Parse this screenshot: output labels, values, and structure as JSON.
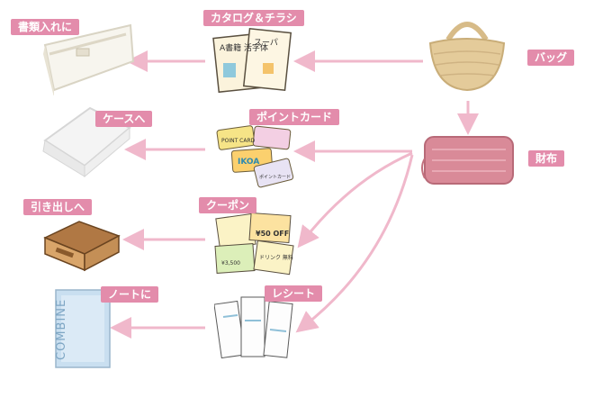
{
  "labels": {
    "tray": "書類入れに",
    "catalog": "カタログ＆チラシ",
    "bag": "バッグ",
    "case": "ケースへ",
    "pointcard": "ポイントカード",
    "wallet": "財布",
    "drawer": "引き出しへ",
    "coupon": "クーポン",
    "notebook": "ノートに",
    "receipt": "レシート"
  },
  "item_text": {
    "catalog_left": "A書籍 活字体",
    "catalog_right": "スーパ",
    "pointcard_1": "POINT CARD",
    "pointcard_2": "IKOA",
    "pointcard_3": "ポイントカード",
    "coupon_1": "¥50 OFF",
    "coupon_2": "¥3,500",
    "coupon_3": "ドリンク 無料",
    "notebook_brand": "COMBINE"
  },
  "colors": {
    "label_bg": "#e38cab",
    "arrow": "#f0b8cb"
  }
}
